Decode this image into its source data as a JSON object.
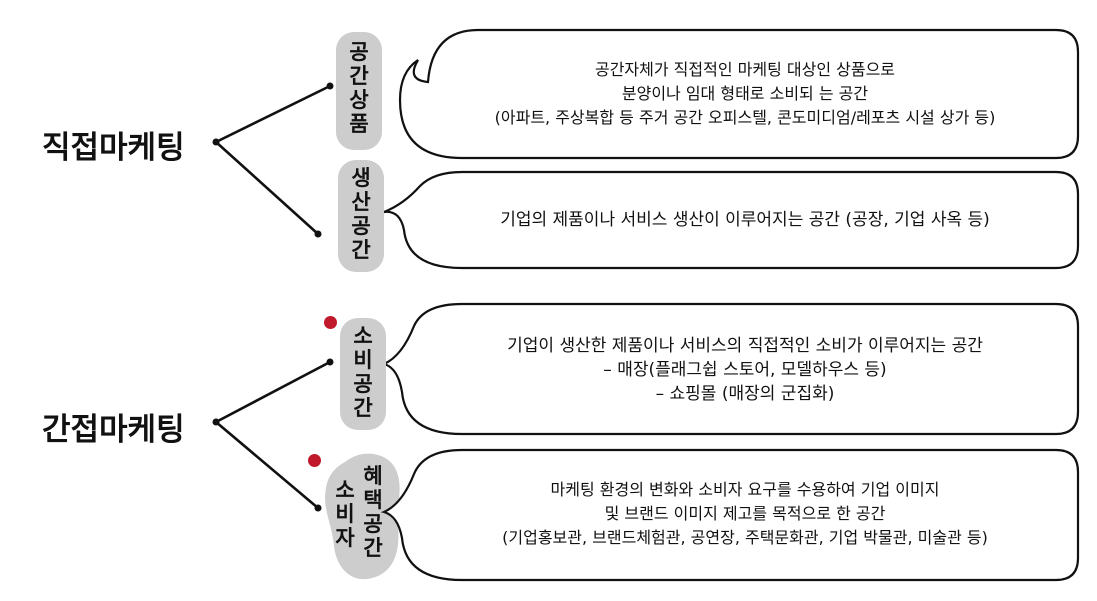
{
  "roots": {
    "direct": "직접마케팅",
    "indirect": "간접마케팅"
  },
  "branches": {
    "space_product": {
      "label": [
        "공",
        "간",
        "상",
        "품"
      ],
      "desc": [
        "공간자체가 직접적인 마케팅 대상인 상품으로",
        "분양이나 임대 형태로 소비되 는 공간",
        "(아파트, 주상복합 등 주거 공간 오피스텔, 콘도미디엄/레포츠 시설 상가 등)"
      ]
    },
    "production_space": {
      "label": [
        "생",
        "산",
        "공",
        "간"
      ],
      "desc": [
        "기업의 제품이나 서비스 생산이 이루어지는 공간 (공장, 기업 사옥 등)"
      ]
    },
    "consumption_space": {
      "label": [
        "소",
        "비",
        "공",
        "간"
      ],
      "desc": [
        "기업이 생산한 제품이나 서비스의 직접적인 소비가 이루어지는 공간",
        "– 매장(플래그쉽 스토어, 모델하우스 등)",
        "– 쇼핑몰 (매장의 군집화)"
      ]
    },
    "consumer_benefit_space": {
      "label_left": [
        "소",
        "비",
        "자"
      ],
      "label_right": [
        "혜",
        "택",
        "공",
        "간"
      ],
      "desc": [
        "마케팅 환경의 변화와 소비자 요구를 수용하여 기업 이미지",
        "및 브랜드 이미지 제고를 목적으로 한 공간",
        "(기업홍보관, 브랜드체험관, 공연장, 주택문화관, 기업 박물관, 미술관 등)"
      ]
    }
  },
  "colors": {
    "line": "#111111",
    "pill": "#cdcdcd",
    "marker": "#c0192c"
  }
}
